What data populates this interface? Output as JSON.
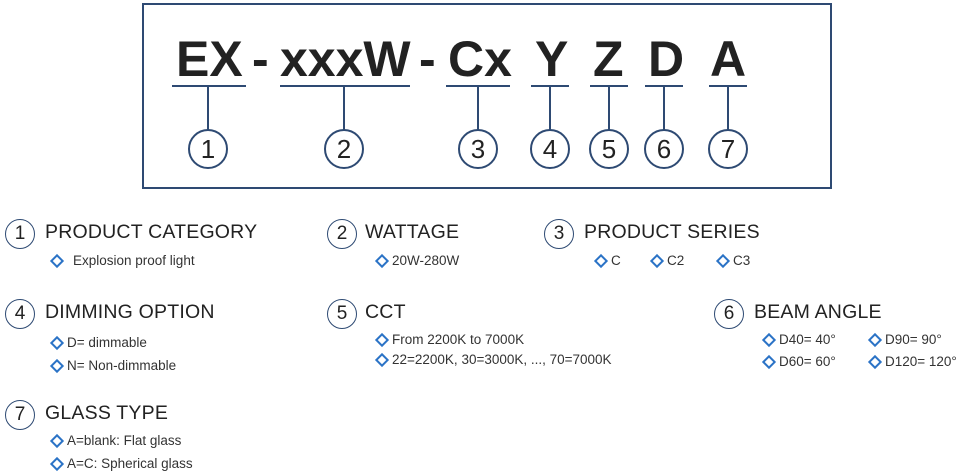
{
  "code": {
    "segments": [
      "EX",
      "xxxW",
      "Cx",
      "Y",
      "Z",
      "D",
      "A"
    ],
    "separator": "-",
    "numbers": [
      "1",
      "2",
      "3",
      "4",
      "5",
      "6",
      "7"
    ]
  },
  "sections": [
    {
      "number": "1",
      "title": "PRODUCT CATEGORY",
      "items": [
        "Explosion proof light"
      ]
    },
    {
      "number": "2",
      "title": "WATTAGE",
      "items": [
        "20W-280W"
      ]
    },
    {
      "number": "3",
      "title": "PRODUCT SERIES",
      "items": [
        "C",
        "C2",
        "C3"
      ]
    },
    {
      "number": "4",
      "title": "DIMMING OPTION",
      "items": [
        "D= dimmable",
        "N= Non-dimmable"
      ]
    },
    {
      "number": "5",
      "title": "CCT",
      "items": [
        "From 2200K to 7000K",
        "22=2200K, 30=3000K, ..., 70=7000K"
      ]
    },
    {
      "number": "6",
      "title": "BEAM ANGLE",
      "items": [
        "D40= 40°",
        "D90= 90°",
        "D60= 60°",
        "D120= 120°"
      ]
    },
    {
      "number": "7",
      "title": "GLASS TYPE",
      "items": [
        "A=blank: Flat glass",
        "A=C: Spherical glass"
      ]
    }
  ],
  "colors": {
    "accent": "#2e4a73",
    "bullet": "#2b73c6"
  }
}
